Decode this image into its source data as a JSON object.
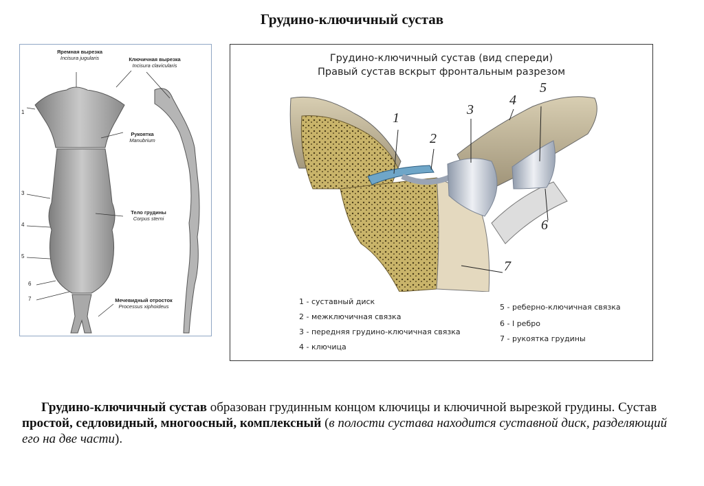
{
  "title": "Грудино-ключичный сустав",
  "left_figure": {
    "labels": {
      "jugular_ru": "Яремная вырезка",
      "jugular_lat": "Incisura jugularis",
      "clavicular_ru": "Ключичная вырезка",
      "clavicular_lat": "Incisura clavicularis",
      "manubrium_ru": "Рукоятка",
      "manubrium_lat": "Manubrium",
      "body_ru": "Тело грудины",
      "body_lat": "Corpus sterni",
      "xiphoid_ru": "Мечевидный отросток",
      "xiphoid_lat": "Processus xiphoideus"
    },
    "rib_numbers": [
      "1",
      "3",
      "4",
      "5",
      "6",
      "7"
    ]
  },
  "right_figure": {
    "caption_line1": "Грудино-ключичный сустав (вид спереди)",
    "caption_line2": "Правый сустав вскрыт фронтальным разрезом",
    "numbers": [
      "1",
      "2",
      "3",
      "4",
      "5",
      "6",
      "7"
    ],
    "legend_left": [
      "1 - суставный диск",
      "2 - межключичная связка",
      "3 - передняя грудино-ключичная связка",
      "4 - ключица"
    ],
    "legend_right": [
      "5 - реберно-ключичная связка",
      "6 - I ребро",
      "7 - рукоятка грудины"
    ]
  },
  "paragraph": {
    "lead_bold": "Грудино-ключичный сустав",
    "text1": " образован грудинным концом ключицы и ключичной вырезкой грудины. Сустав ",
    "bold2": "простой, седловидный, многоосный, комплексный",
    "text2": " (",
    "italic": "в полости сустава находится суставной диск, разделяющий его на две части",
    "text3": ")."
  }
}
